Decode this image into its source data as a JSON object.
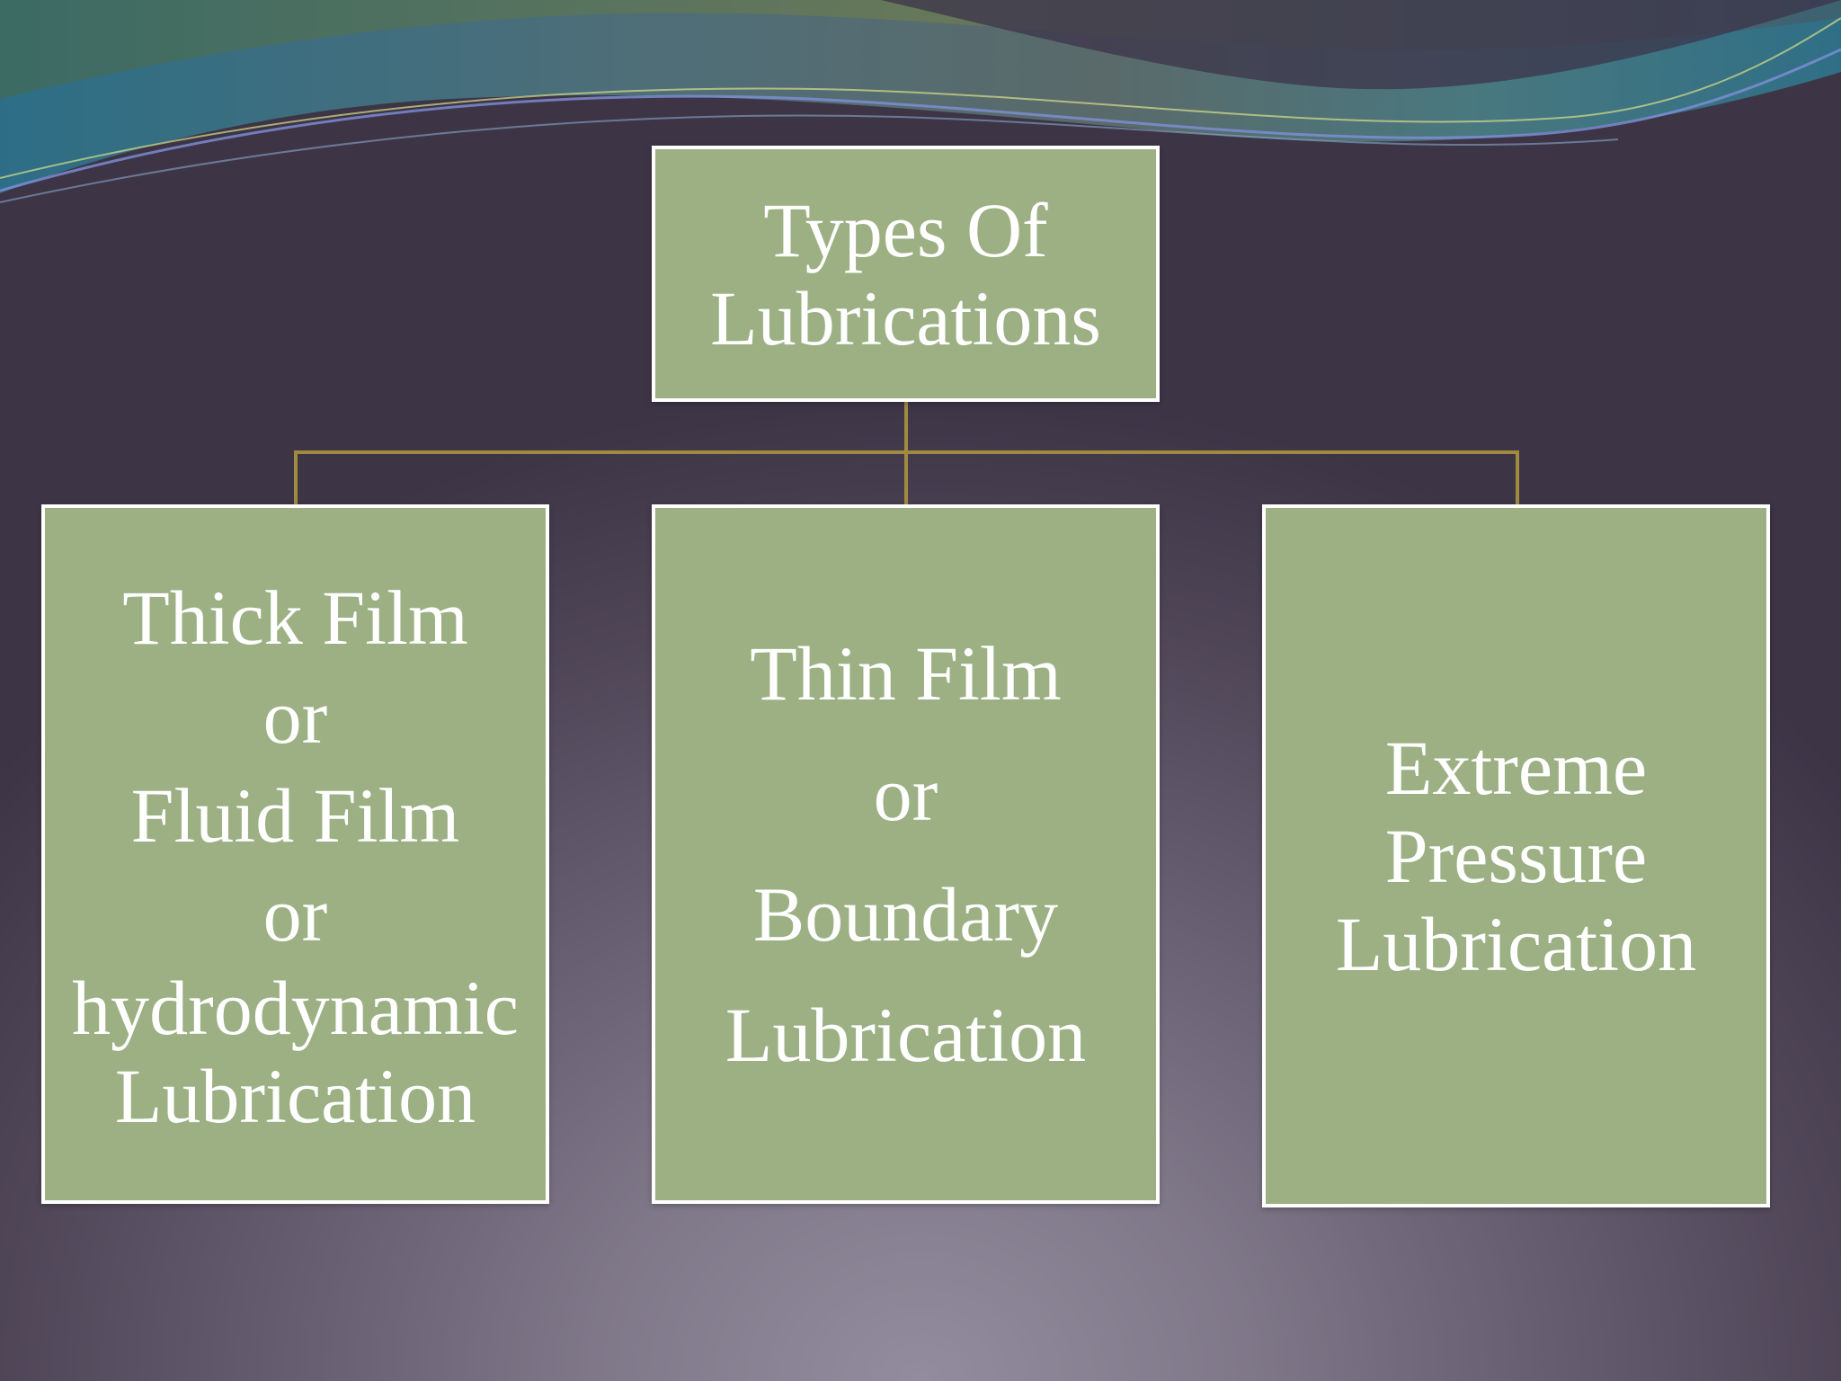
{
  "diagram": {
    "type": "hierarchy",
    "colors": {
      "box_fill": "#9cb084",
      "box_border": "#ffffff",
      "text": "#ffffff",
      "connector": "#a08a40",
      "background": "#5c5366"
    },
    "root": {
      "lines": [
        "Types Of",
        "Lubrications"
      ]
    },
    "children": [
      {
        "lines": [
          "Thick Film",
          "or",
          "Fluid Film",
          "or",
          "hydrodynamic",
          "Lubrication"
        ]
      },
      {
        "lines": [
          "Thin Film",
          "or",
          "Boundary",
          "Lubrication"
        ]
      },
      {
        "lines": [
          "Extreme",
          "Pressure",
          "Lubrication"
        ]
      }
    ]
  }
}
